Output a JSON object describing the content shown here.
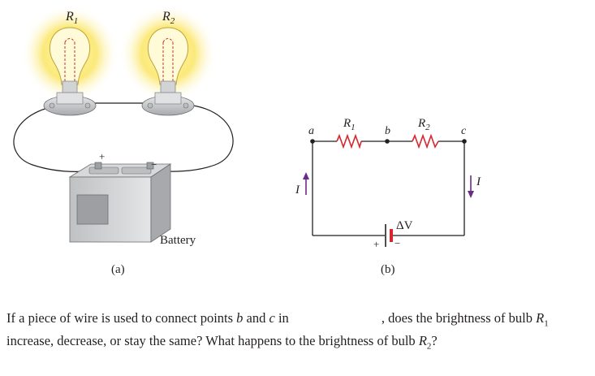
{
  "figure_a": {
    "bulb1_label": {
      "letter": "R",
      "sub": "1"
    },
    "bulb2_label": {
      "letter": "R",
      "sub": "2"
    },
    "plus": "+",
    "minus": "−",
    "battery_label": "Battery",
    "caption": "(a)"
  },
  "figure_b": {
    "node_a": "a",
    "node_b": "b",
    "node_c": "c",
    "r1": {
      "letter": "R",
      "sub": "1"
    },
    "r2": {
      "letter": "R",
      "sub": "2"
    },
    "current_left": "I",
    "current_right": "I",
    "battery_label": "ΔV",
    "plus": "+",
    "minus": "−",
    "caption": "(b)"
  },
  "question": {
    "part1": "If a piece of wire is used to connect points ",
    "b": "b",
    "and": " and ",
    "c": "c",
    "part2": " in ",
    "part3": ", does the brightness of bulb ",
    "r1_letter": "R",
    "r1_sub": "1",
    "part4": " increase, decrease, or stay the same? What happens to the brightness of bulb ",
    "r2_letter": "R",
    "r2_sub": "2",
    "part5": "?"
  },
  "colors": {
    "glow": "#f7e36a",
    "bulb_glass": "#fff8c8",
    "resistor": "#d7262e",
    "arrow": "#6a2c8a",
    "battery_gray": "#c8c9cb",
    "battery_dark": "#8a8b8d"
  }
}
